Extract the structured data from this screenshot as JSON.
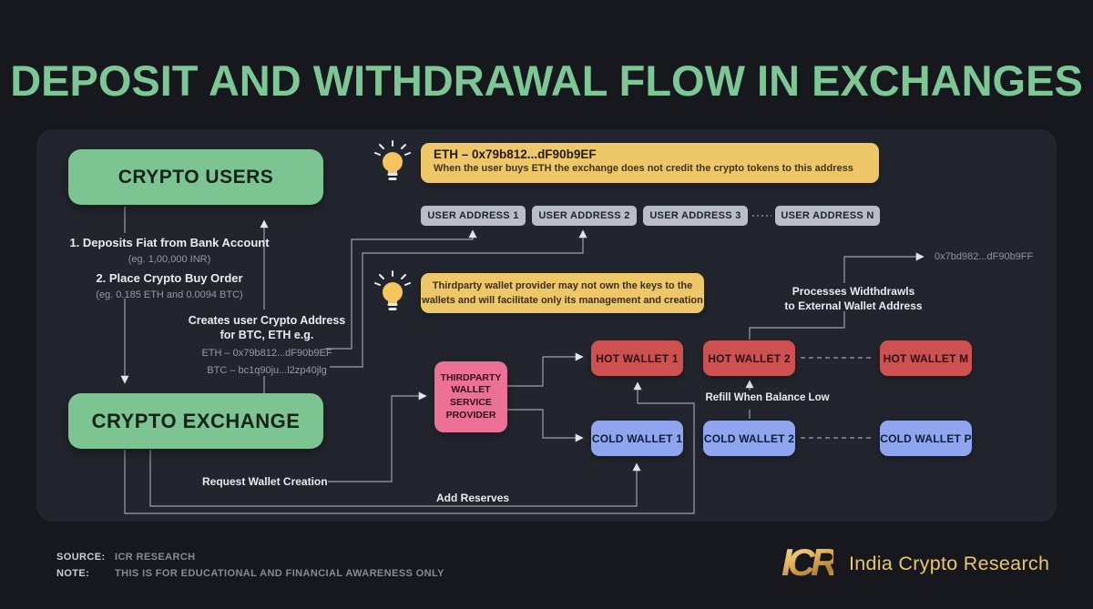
{
  "title": "DEPOSIT AND WITHDRAWAL FLOW IN EXCHANGES",
  "nodes": {
    "crypto_users": "CRYPTO USERS",
    "crypto_exchange": "CRYPTO EXCHANGE",
    "provider": "THIRDPARTY WALLET SERVICE PROVIDER",
    "user_addresses": [
      "USER ADDRESS 1",
      "USER ADDRESS 2",
      "USER ADDRESS 3",
      "USER ADDRESS N"
    ],
    "hot_wallets": [
      "HOT WALLET 1",
      "HOT WALLET 2",
      "HOT WALLET M"
    ],
    "cold_wallets": [
      "COLD WALLET 1",
      "COLD WALLET 2",
      "COLD WALLET P"
    ]
  },
  "steps": [
    {
      "label": "1. Deposits Fiat from Bank Account",
      "example": "(eg. 1,00,000 INR)"
    },
    {
      "label": "2. Place Crypto Buy Order",
      "example": "(eg. 0.185 ETH and 0.0094 BTC)"
    }
  ],
  "callouts": {
    "eth_note": {
      "title": "ETH – 0x79b812...dF90b9EF",
      "body": "When the user buys ETH the exchange does not credit the crypto tokens to this address"
    },
    "provider_note": {
      "line1": "Thirdparty wallet provider may not own the keys to the",
      "line2": "wallets and will facilitate only its management and creation"
    }
  },
  "annotations": {
    "creates_address_line1": "Creates user Crypto Address",
    "creates_address_line2": "for BTC, ETH e.g.",
    "eth_address": "ETH – 0x79b812...dF90b9EF",
    "btc_address": "BTC – bc1q90ju...l2zp40jlg",
    "request_wallet_creation": "Request Wallet Creation",
    "add_reserves": "Add Reserves",
    "refill": "Refill When Balance Low",
    "withdrawals_line1": "Processes Widthdrawls",
    "withdrawals_line2": "to External Wallet Address",
    "external_address": "0x7bd982...dF90b9FF"
  },
  "footer": {
    "source_label": "SOURCE:",
    "source_value": "ICR RESEARCH",
    "note_label": "NOTE:",
    "note_value": "THIS IS FOR EDUCATIONAL AND FINANCIAL AWARENESS ONLY",
    "logo_monogram": "ICR",
    "logo_text": "India Crypto Research"
  },
  "colors": {
    "background": "#17181d",
    "panel": "#23252e",
    "title_green": "#7cc795",
    "node_green": "#7cc492",
    "callout_yellow": "#eec768",
    "address_gray": "#b9bdc7",
    "hot_red": "#cc5150",
    "cold_blue": "#8fa6ef",
    "provider_pink": "#ed7097",
    "line_gray": "#9aa0ac",
    "logo_gold": "#e9c766"
  }
}
